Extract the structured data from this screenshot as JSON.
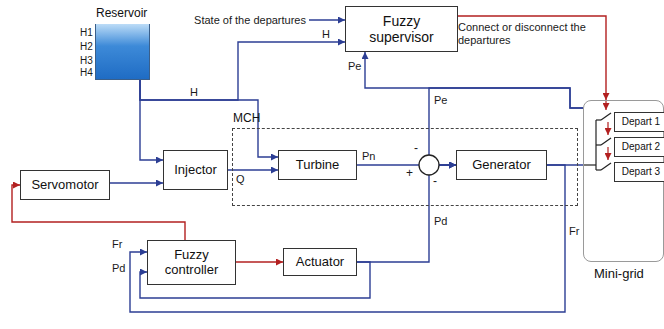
{
  "diagram": {
    "nodes": [
      {
        "text": [
          "Reservoir"
        ]
      },
      {
        "text": [
          "Fuzzy supervisor"
        ]
      },
      {
        "text": [
          "MCH"
        ]
      },
      {
        "text": [
          "Turbine"
        ],
        "in": 2
      },
      {
        "text": [
          "Generator"
        ],
        "in": 2
      },
      {
        "text": [
          "Servomotor"
        ]
      },
      {
        "text": [
          "Injector"
        ]
      },
      {
        "text": [
          "Fuzzy controller"
        ]
      },
      {
        "text": [
          "Actuator"
        ]
      },
      {
        "text": [
          "Mini-grid"
        ]
      },
      {
        "text": [
          "Depart 1"
        ],
        "in": 9
      },
      {
        "text": [
          "Depart 2"
        ],
        "in": 9
      },
      {
        "text": [
          "Depart 3"
        ],
        "in": 9
      }
    ],
    "edges": [
      {
        "from": 0,
        "to": 6,
        "arrow": "to"
      },
      {
        "from": 0,
        "to": 3,
        "arrow": "to"
      },
      {
        "from": 0,
        "to": 1,
        "arrow": "to"
      },
      {
        "from": 5,
        "to": 6,
        "arrow": "to"
      },
      {
        "from": 6,
        "to": 3,
        "arrow": "to"
      },
      {
        "from": 3,
        "to": 4,
        "arrow": "to"
      },
      {
        "from": 8,
        "to": 4,
        "arrow": "to"
      },
      {
        "from": 4,
        "to": 9,
        "arrow": "none"
      },
      {
        "from": 9,
        "to": 1,
        "arrow": "to"
      },
      {
        "from": 9,
        "to": 4,
        "arrow": "to"
      },
      {
        "from": 1,
        "to": 9,
        "arrow": "to"
      },
      {
        "from": 7,
        "to": 5,
        "arrow": "to"
      },
      {
        "from": 7,
        "to": 8,
        "arrow": "to"
      },
      {
        "from": 8,
        "to": 7,
        "arrow": "to"
      },
      {
        "from": 4,
        "to": 7,
        "arrow": "to"
      }
    ],
    "labels": [
      "H1",
      "H2",
      "H3",
      "H4",
      "State of the departures",
      "H",
      "Pe",
      "Connect or disconnect the departures",
      "H",
      "Q",
      "Pn",
      "-",
      "+",
      "-",
      "Pe",
      "Pd",
      "Fr",
      "Fr",
      "Pd"
    ]
  }
}
